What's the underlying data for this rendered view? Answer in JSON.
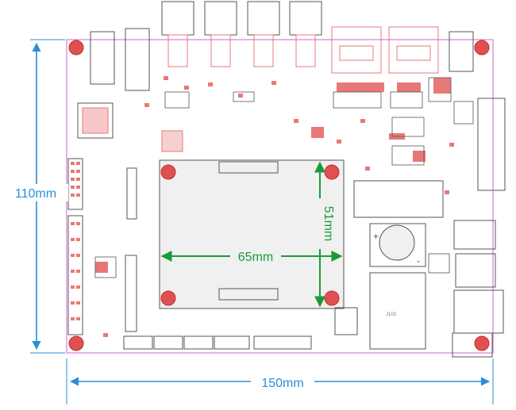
{
  "dimensions": {
    "height_label": "110mm",
    "width_label": "150mm",
    "module_width_label": "65mm",
    "module_height_label": "51mm"
  },
  "colors": {
    "dimension_blue": "#2a8fd6",
    "dimension_green": "#1a9a3a",
    "pad_red": "#e87878",
    "mount_hole": "#e05050",
    "outline": "#cc66cc",
    "silk": "#555555",
    "module_fill": "#f0f0f0"
  },
  "labels": {
    "battery_plus": "+",
    "battery_minus": "-",
    "sd_slot": "J103"
  }
}
